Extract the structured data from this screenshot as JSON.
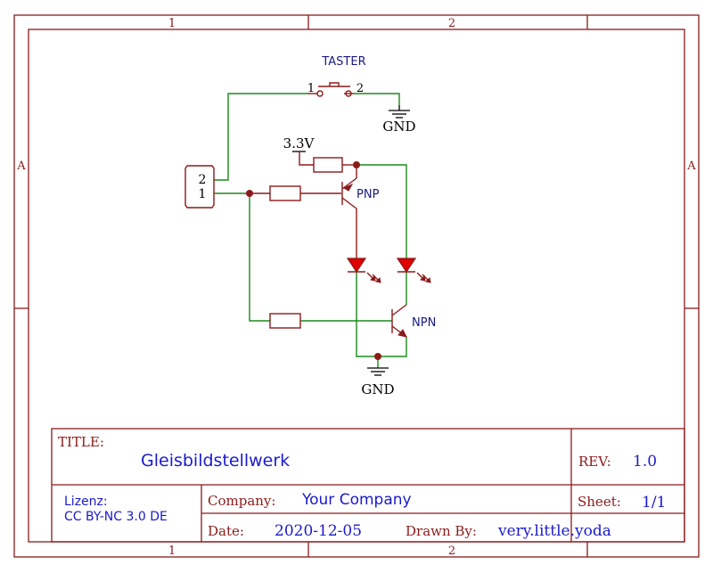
{
  "frame": {
    "columns": [
      "1",
      "2"
    ],
    "rows": [
      "A"
    ]
  },
  "schematic": {
    "switch_label": "TASTER",
    "switch_pin_1": "1",
    "switch_pin_2": "2",
    "gnd_top": "GND",
    "gnd_bottom": "GND",
    "supply_label": "3.3V",
    "connector_pin_2": "2",
    "connector_pin_1": "1",
    "pnp_label": "PNP",
    "npn_label": "NPN"
  },
  "title_block": {
    "title_key": "TITLE:",
    "title_value": "Gleisbildstellwerk",
    "rev_key": "REV:",
    "rev_value": "1.0",
    "license_key": "Lizenz:",
    "license_value": "CC BY-NC 3.0 DE",
    "company_key": "Company:",
    "company_value": "Your Company",
    "sheet_key": "Sheet:",
    "sheet_value": "1/1",
    "date_key": "Date:",
    "date_value": "2020-12-05",
    "drawn_key": "Drawn By:",
    "drawn_value": "very.little.yoda"
  },
  "colors": {
    "frame": "#8b1a1a",
    "wire": "#1a8a1a",
    "led": "#e00000",
    "text_blue": "#1a1acc",
    "text_navy": "#1a1a80"
  }
}
